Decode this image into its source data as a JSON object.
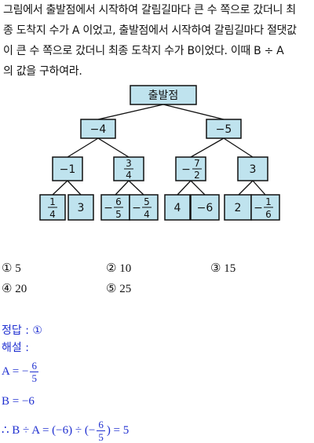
{
  "problem": {
    "lines": [
      "그림에서 출발점에서 시작하여 갈림길마다 큰 수 쪽으로 갔더니 최",
      "종 도착지 수가 A 이었고, 출발점에서 시작하여 갈림길마다 절댓값",
      "이 큰 수 쪽으로 갔더니 최종 도착지 수가 B이었다. 이때 B ÷ A",
      "의 값을 구하여라."
    ]
  },
  "tree": {
    "root": "출발점",
    "level1": [
      "−4",
      "−5"
    ],
    "level2": [
      {
        "text": "−1"
      },
      {
        "num": "3",
        "den": "4"
      },
      {
        "sign": "−",
        "num": "7",
        "den": "2"
      },
      {
        "text": "3"
      }
    ],
    "level3": [
      {
        "num": "1",
        "den": "4"
      },
      {
        "text": "3"
      },
      {
        "sign": "−",
        "num": "6",
        "den": "5"
      },
      {
        "sign": "−",
        "num": "5",
        "den": "4"
      },
      {
        "text": "4"
      },
      {
        "text": "−6"
      },
      {
        "text": "2"
      },
      {
        "sign": "−",
        "num": "1",
        "den": "6"
      }
    ]
  },
  "choices": [
    {
      "marker": "①",
      "value": "5"
    },
    {
      "marker": "②",
      "value": "10"
    },
    {
      "marker": "③",
      "value": "15"
    },
    {
      "marker": "④",
      "value": "20"
    },
    {
      "marker": "⑤",
      "value": "25"
    }
  ],
  "answer": {
    "label": "정답 : ①",
    "explain_label": "해설 :",
    "a_lhs": "A = −",
    "a_num": "6",
    "a_den": "5",
    "b_line": "B = −6",
    "c_lhs": "∴ B ÷ A = (−6) ÷ (−",
    "c_num": "6",
    "c_den": "5",
    "c_rhs": ") = 5"
  },
  "colors": {
    "node_fill": "#bfe3ee",
    "answer_text": "#1f2fd0"
  }
}
